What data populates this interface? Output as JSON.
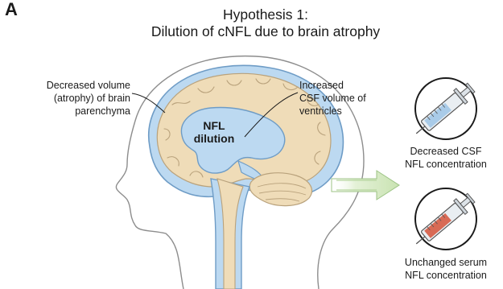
{
  "panel_label": "A",
  "title": {
    "line1": "Hypothesis 1:",
    "line2": "Dilution of cNFL due to brain atrophy"
  },
  "labels": {
    "parenchyma": [
      "Decreased volume",
      "(atrophy) of brain",
      "parenchyma"
    ],
    "csf_volume": [
      "Increased",
      "CSF volume of",
      "ventricles"
    ],
    "brain_center": [
      "NFL",
      "dilution"
    ],
    "csf_result": [
      "Decreased CSF",
      "NFL concentration"
    ],
    "serum_result": [
      "Unchanged serum",
      "NFL concentration"
    ]
  },
  "colors": {
    "csf_fill": "#bcd9f1",
    "csf_stroke": "#6e9cc6",
    "brain_fill": "#efdcb8",
    "brain_stroke": "#b9a27c",
    "csf_syringe_liquid": "#a9cbe8",
    "serum_syringe_liquid": "#d86a55",
    "arrow": "#d9ecc9"
  }
}
